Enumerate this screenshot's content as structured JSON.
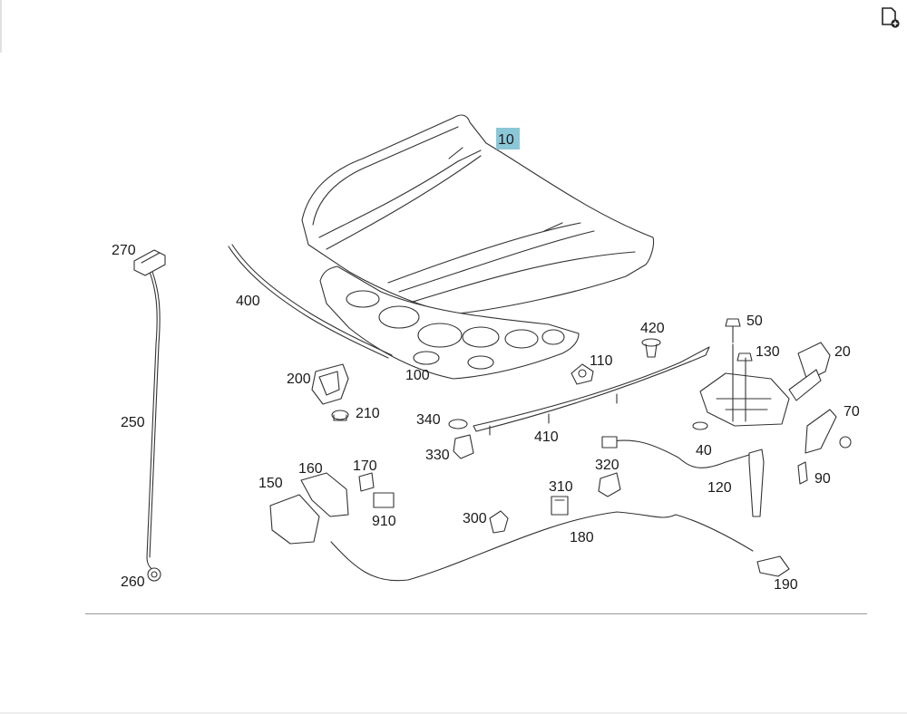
{
  "toolbar": {
    "icon": "page-add-icon"
  },
  "highlight_color": "#8cc7d8",
  "parts": [
    {
      "id": "p10",
      "label": "10",
      "highlighted": true
    },
    {
      "id": "p20",
      "label": "20"
    },
    {
      "id": "p40",
      "label": "40"
    },
    {
      "id": "p50",
      "label": "50"
    },
    {
      "id": "p70",
      "label": "70"
    },
    {
      "id": "p90",
      "label": "90"
    },
    {
      "id": "p100",
      "label": "100"
    },
    {
      "id": "p110",
      "label": "110"
    },
    {
      "id": "p120",
      "label": "120"
    },
    {
      "id": "p130",
      "label": "130"
    },
    {
      "id": "p150",
      "label": "150"
    },
    {
      "id": "p160",
      "label": "160"
    },
    {
      "id": "p170",
      "label": "170"
    },
    {
      "id": "p180",
      "label": "180"
    },
    {
      "id": "p190",
      "label": "190"
    },
    {
      "id": "p200",
      "label": "200"
    },
    {
      "id": "p210",
      "label": "210"
    },
    {
      "id": "p250",
      "label": "250"
    },
    {
      "id": "p260",
      "label": "260"
    },
    {
      "id": "p270",
      "label": "270"
    },
    {
      "id": "p300",
      "label": "300"
    },
    {
      "id": "p310",
      "label": "310"
    },
    {
      "id": "p320",
      "label": "320"
    },
    {
      "id": "p330",
      "label": "330"
    },
    {
      "id": "p340",
      "label": "340"
    },
    {
      "id": "p400",
      "label": "400"
    },
    {
      "id": "p410",
      "label": "410"
    },
    {
      "id": "p420",
      "label": "420"
    },
    {
      "id": "p910",
      "label": "910"
    }
  ]
}
